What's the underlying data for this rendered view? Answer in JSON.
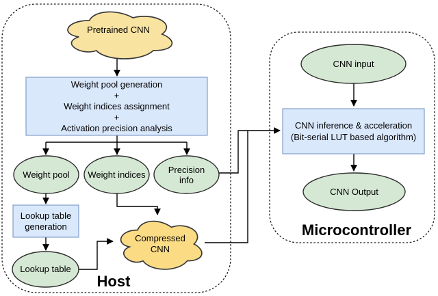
{
  "host": {
    "label": "Host",
    "pretrained_cnn": "Pretrained CNN",
    "process_box": {
      "lines": [
        "Weight pool generation",
        "+",
        "Weight indices assignment",
        "+",
        "Activation precision analysis"
      ]
    },
    "weight_pool": "Weight pool",
    "weight_indices": "Weight indices",
    "precision_info": {
      "lines": [
        "Precision",
        "info"
      ]
    },
    "lookup_gen": {
      "lines": [
        "Lookup table",
        "generation"
      ]
    },
    "lookup_table": "Lookup table",
    "compressed_cnn": {
      "lines": [
        "Compressed",
        "CNN"
      ]
    }
  },
  "microcontroller": {
    "label": "Microcontroller",
    "cnn_input": "CNN input",
    "inference_box": {
      "lines": [
        "CNN inference & acceleration",
        "(Bit-serial LUT based algorithm)"
      ]
    },
    "cnn_output": "CNN Output"
  },
  "colors": {
    "cloud_yellow": "#F9E3A1",
    "cloud_yellow_deep": "#FBDC85",
    "ellipse_green": "#D5E8D4",
    "box_blue": "#DAE8FC",
    "box_blue_stroke": "#6C8EBF",
    "edge_black": "#000000"
  }
}
